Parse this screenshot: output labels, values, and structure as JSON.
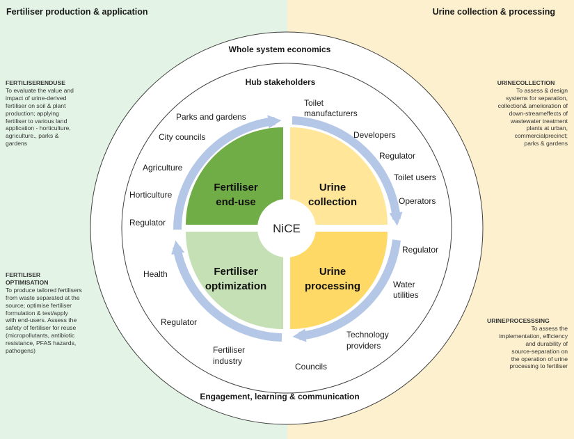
{
  "colors": {
    "left_bg": "#e3f4e6",
    "right_bg": "#fdf0cf",
    "q_end_use": "#70ad47",
    "q_collection": "#ffe699",
    "q_optimisation": "#c5e0b4",
    "q_processing": "#ffd966",
    "arrow": "#b4c7e7",
    "ring": "#404040"
  },
  "headers": {
    "left": "Fertiliser production & application",
    "right": "Urine collection & processing"
  },
  "ring_labels": {
    "outer_top": "Whole system economics",
    "outer_bottom": "Engagement, learning & communication",
    "inner_top": "Hub stakeholders"
  },
  "center": "NiCE",
  "quadrants": {
    "end_use": [
      "Fertiliser",
      "end-use"
    ],
    "collection": [
      "Urine",
      "collection"
    ],
    "optimisation": [
      "Fertiliser",
      "optimization"
    ],
    "processing": [
      "Urine",
      "processing"
    ]
  },
  "stakeholders": {
    "end_use": [
      "Parks and gardens",
      "City councils",
      "Agriculture",
      "Horticulture",
      "Regulator"
    ],
    "collection": [
      "Toilet",
      "manufacturers",
      "Developers",
      "Regulator",
      "Toilet users",
      "Operators"
    ],
    "processing": [
      "Regulator",
      "Water",
      "utilities",
      "Technology",
      "providers",
      "Councils"
    ],
    "optimisation": [
      "Health",
      "Regulator",
      "Fertiliser",
      "industry"
    ]
  },
  "side_notes": {
    "enduse": {
      "title": "FERTILISERENDUSE",
      "lines": [
        "To evaluate the value and",
        "impact of urine-derived",
        "fertiliser on soil & plant",
        "production; applying",
        "fertiliser to various land",
        "application - horticulture,",
        "agriculture., parks &",
        "gardens"
      ]
    },
    "optimisation": {
      "title": [
        "FERTILISER",
        "OPTIMISATION"
      ],
      "lines": [
        "To produce tailored fertilisers",
        "from waste  separated at the",
        "source;  optimise fertiliser",
        "formulation & test/apply",
        "with end-users. Assess the",
        "safety of fertiliser for reuse",
        "(micropollutants, antibiotic",
        "resistance, PFAS hazards,",
        "pathogens)"
      ]
    },
    "collection": {
      "title": "URINECOLLECTION",
      "lines": [
        "To assess & design",
        "systems for separation,",
        "collection& amelioration of",
        "down-streameffects of",
        "wastewater treatment",
        "plants at urban,",
        "commercialprecinct;",
        "parks & gardens"
      ]
    },
    "processing": {
      "title": "URINEPROCESSSING",
      "lines": [
        "To assess the",
        "implementation, efficiency",
        "and durability of",
        "source-separation      on",
        "the operation of urine",
        "processing to fertiliser"
      ]
    }
  }
}
